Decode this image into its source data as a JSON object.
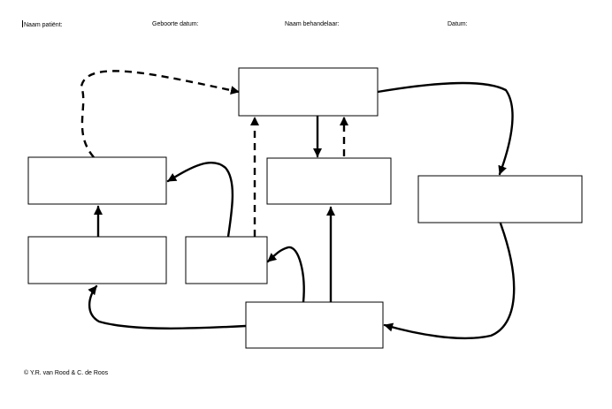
{
  "header": {
    "patient_label": "Naam patiënt:",
    "birthdate_label": "Geboorte datum:",
    "therapist_label": "Naam behandelaar:",
    "date_label": "Datum:"
  },
  "footer": {
    "copyright": "© Y.R. van Rood & C. de Roos"
  },
  "colors": {
    "ink": "#000000",
    "paper": "#ffffff"
  }
}
